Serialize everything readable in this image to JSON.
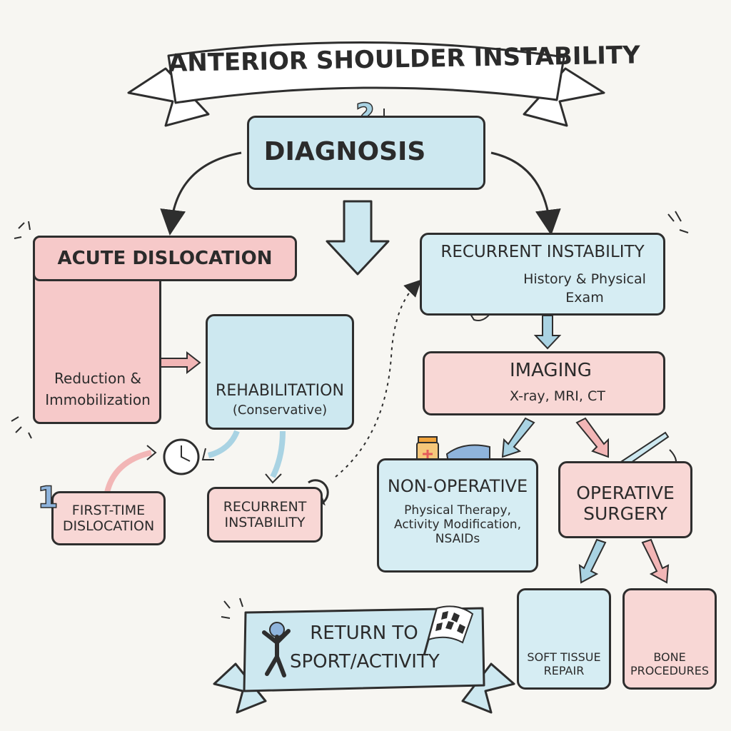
{
  "title": "ANTERIOR SHOULDER INSTABILITY",
  "diagnosis": "DIAGNOSIS",
  "acute": {
    "title": "ACUTE DISLOCATION",
    "line1": "Reduction &",
    "line2": "Immobilization"
  },
  "rehab": {
    "title": "REHABILITATION",
    "sub": "(Conservative)"
  },
  "first_time": {
    "number": "1",
    "line1": "FIRST-TIME",
    "line2": "DISLOCATION"
  },
  "recurrent_small": {
    "line1": "RECURRENT",
    "line2": "INSTABILITY"
  },
  "recurrent": {
    "title": "RECURRENT INSTABILITY",
    "line1": "History & Physical",
    "line2": "Exam"
  },
  "imaging": {
    "title": "IMAGING",
    "sub": "X-ray, MRI, CT"
  },
  "nonop": {
    "title": "NON-OPERATIVE",
    "line1": "Physical Therapy,",
    "line2": "Activity Modification,",
    "line3": "NSAIDs"
  },
  "operative": {
    "line1": "OPERATIVE",
    "line2": "SURGERY"
  },
  "soft_tissue": {
    "line1": "SOFT TISSUE",
    "line2": "REPAIR"
  },
  "bone": {
    "line1": "BONE",
    "line2": "PROCEDURES"
  },
  "return": {
    "line1": "RETURN TO",
    "line2": "SPORT/ACTIVITY"
  },
  "colors": {
    "pink": "#f6c9c9",
    "blue": "#cde8f0",
    "outline": "#2e2e2e",
    "arrow_pink": "#f2b6b6",
    "arrow_blue": "#a9d3e3"
  }
}
